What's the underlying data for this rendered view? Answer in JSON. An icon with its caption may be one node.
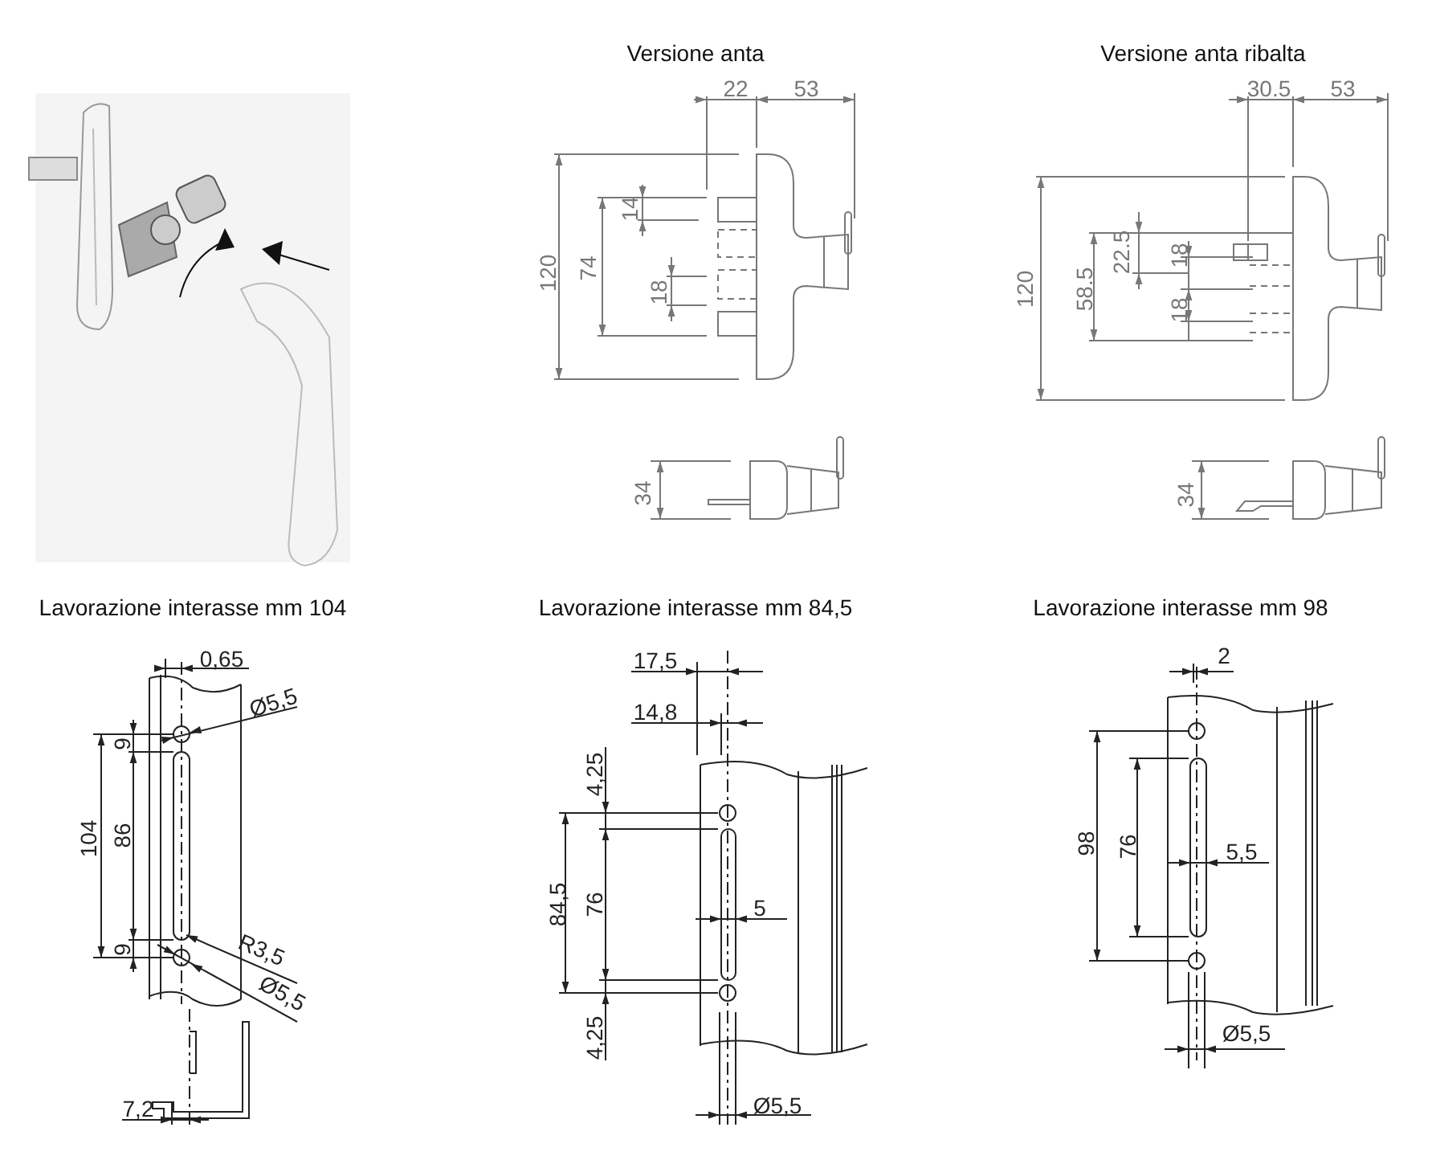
{
  "diagram": {
    "labels": [
      "Versione anta",
      "22",
      "53",
      "14",
      "120",
      "74",
      "18",
      "34",
      "Versione anta ribalta",
      "30.5",
      "53",
      "22.5",
      "18",
      "18",
      "120",
      "58.5",
      "34",
      "Lavorazione interasse mm 104",
      "0,65",
      "Ø5,5",
      "9",
      "104",
      "86",
      "9",
      "R3,5",
      "Ø5,5",
      "7,2",
      "Lavorazione interasse mm 84,5",
      "17,5",
      "14,8",
      "4,25",
      "84,5",
      "76",
      "5",
      "4,25",
      "Ø5,5",
      "Lavorazione interasse mm 98",
      "2",
      "98",
      "76",
      "5,5",
      "Ø5,5"
    ]
  }
}
